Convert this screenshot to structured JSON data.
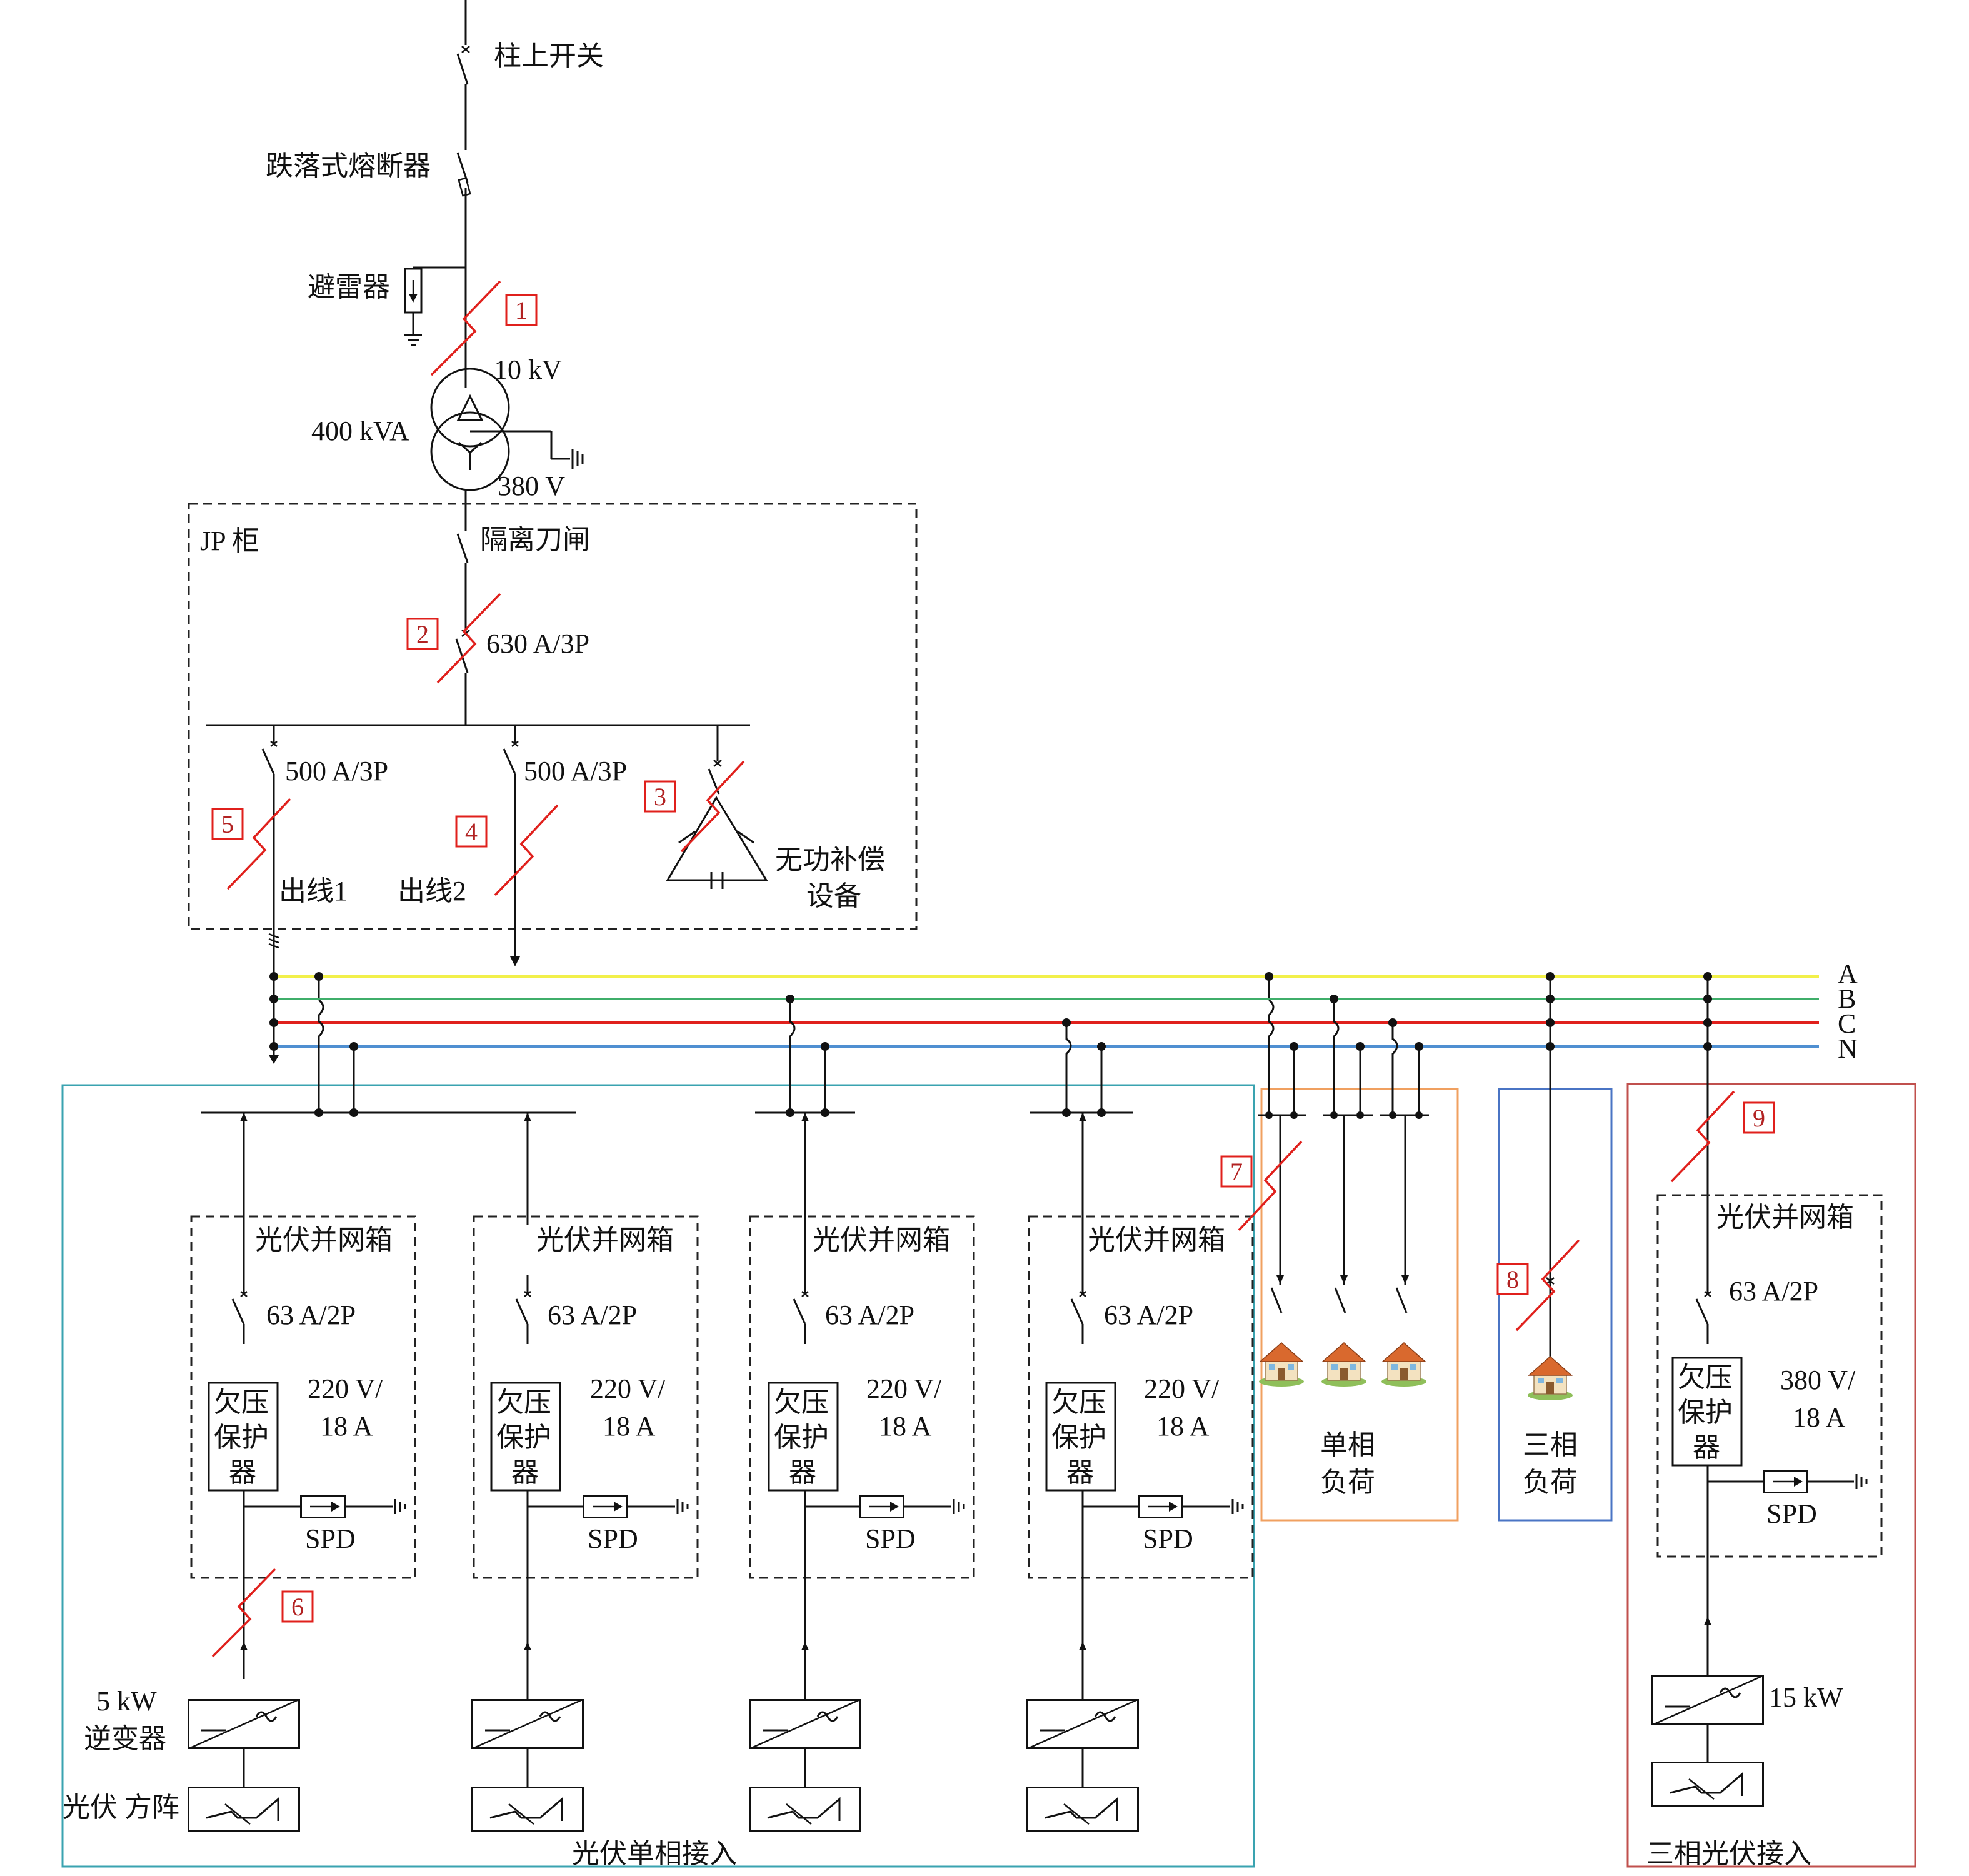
{
  "labels": {
    "pole_switch": "柱上开关",
    "drop_fuse": "跌落式熔断器",
    "arrester": "避雷器",
    "hv_voltage": "10 kV",
    "xfmr_rating": "400 kVA",
    "lv_voltage": "380 V",
    "jp_cabinet": "JP 柜",
    "isolator": "隔离刀闸",
    "main_breaker": "630 A/3P",
    "feeder1_breaker": "500 A/3P",
    "feeder2_breaker": "500 A/3P",
    "feeder1": "出线1",
    "feeder2": "出线2",
    "reactive_1": "无功补偿",
    "reactive_2": "设备",
    "phase_a": "A",
    "phase_b": "B",
    "phase_c": "C",
    "phase_n": "N",
    "pv_box": "光伏并网箱",
    "pv_breaker": "63 A/2P",
    "uv_1": "欠压",
    "uv_2": "保护",
    "uv_3": "器",
    "single_v": "220 V/",
    "single_a": "18 A",
    "three_v": "380 V/",
    "three_a": "18 A",
    "spd": "SPD",
    "inv_kw": "5 kW",
    "inverter": "逆变器",
    "pv_array": "光伏 方阵",
    "inv3_kw": "15 kW",
    "single_pv": "光伏单相接入",
    "three_pv": "三相光伏接入",
    "single_load_1": "单相",
    "single_load_2": "负荷",
    "three_load_1": "三相",
    "three_load_2": "负荷"
  },
  "fault_points": [
    "1",
    "2",
    "3",
    "4",
    "5",
    "6",
    "7",
    "8",
    "9"
  ],
  "colors": {
    "phase_a": "#f2f04a",
    "phase_b": "#3fae6a",
    "phase_c": "#e0201c",
    "phase_n": "#4f8fd1",
    "fault": "#e0201c",
    "single_pv_box": "#3aa3b0",
    "single_load_box": "#f0a060",
    "three_load_box": "#4a74c4",
    "three_pv_box": "#c0504d"
  }
}
